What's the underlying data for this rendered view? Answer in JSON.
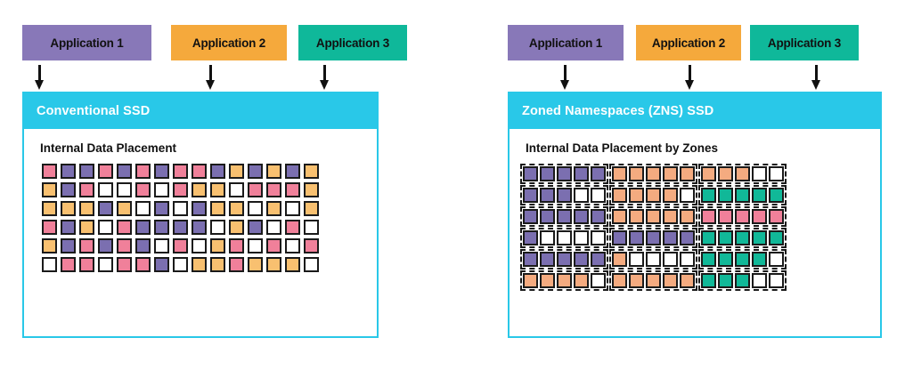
{
  "diagram": {
    "title_hidden": "",
    "colors": {
      "app_purple": "#8878b8",
      "app_orange": "#f5a93c",
      "app_teal": "#0fb89a",
      "panel_border": "#29c8e8",
      "panel_header_bg": "#29c8e8",
      "cell_pink": "#f0809a",
      "cell_purple": "#7b6fb0",
      "cell_orange": "#f8c070",
      "cell_salmon": "#f4ab80",
      "cell_teal": "#11b898",
      "cell_white": "#ffffff",
      "cell_outline": "#1a1a1a",
      "text_dark": "#111111",
      "text_light": "#ffffff"
    },
    "left": {
      "apps": [
        {
          "label": "Application 1",
          "color": "#8878b8",
          "width": 145
        },
        {
          "label": "Application 2",
          "color": "#f5a93c",
          "width": 130
        },
        {
          "label": "Application 3",
          "color": "#0fb89a",
          "width": 122
        }
      ],
      "ssd_header": "Conventional SSD",
      "ssd_subtitle": "Internal Data Placement",
      "grid": {
        "rows": 6,
        "cols": 15,
        "cells": [
          [
            "pink",
            "purple",
            "purple",
            "pink",
            "purple",
            "pink",
            "purple",
            "pink",
            "pink",
            "purple",
            "orange",
            "purple",
            "orange",
            "purple",
            "orange"
          ],
          [
            "orange",
            "purple",
            "pink",
            "white",
            "white",
            "pink",
            "white",
            "pink",
            "orange",
            "orange",
            "white",
            "pink",
            "pink",
            "pink",
            "orange"
          ],
          [
            "orange",
            "orange",
            "orange",
            "purple",
            "orange",
            "white",
            "purple",
            "white",
            "purple",
            "orange",
            "orange",
            "white",
            "orange",
            "white",
            "orange"
          ],
          [
            "pink",
            "purple",
            "orange",
            "white",
            "pink",
            "purple",
            "purple",
            "purple",
            "purple",
            "white",
            "orange",
            "purple",
            "white",
            "pink",
            "white"
          ],
          [
            "orange",
            "purple",
            "pink",
            "purple",
            "pink",
            "purple",
            "white",
            "pink",
            "white",
            "orange",
            "pink",
            "white",
            "pink",
            "white",
            "pink"
          ],
          [
            "white",
            "pink",
            "pink",
            "white",
            "pink",
            "pink",
            "purple",
            "white",
            "orange",
            "orange",
            "pink",
            "orange",
            "orange",
            "orange",
            "white"
          ]
        ]
      }
    },
    "right": {
      "apps": [
        {
          "label": "Application 1",
          "color": "#8878b8",
          "width": 130
        },
        {
          "label": "Application 2",
          "color": "#f5a93c",
          "width": 118
        },
        {
          "label": "Application 3",
          "color": "#0fb89a",
          "width": 122
        }
      ],
      "ssd_header": "Zoned Namespaces (ZNS) SSD",
      "ssd_subtitle": "Internal Data Placement by Zones",
      "grid": {
        "rows": 6,
        "zones": 3,
        "cols_per_zone": 5,
        "cells": [
          [
            [
              "purple",
              "purple",
              "purple",
              "purple",
              "purple"
            ],
            [
              "salmon",
              "salmon",
              "salmon",
              "salmon",
              "salmon"
            ],
            [
              "salmon",
              "salmon",
              "salmon",
              "white",
              "white"
            ]
          ],
          [
            [
              "purple",
              "purple",
              "purple",
              "white",
              "white"
            ],
            [
              "salmon",
              "salmon",
              "salmon",
              "salmon",
              "white"
            ],
            [
              "teal",
              "teal",
              "teal",
              "teal",
              "teal"
            ]
          ],
          [
            [
              "purple",
              "purple",
              "purple",
              "purple",
              "purple"
            ],
            [
              "salmon",
              "salmon",
              "salmon",
              "salmon",
              "salmon"
            ],
            [
              "pink",
              "pink",
              "pink",
              "pink",
              "pink"
            ]
          ],
          [
            [
              "purple",
              "white",
              "white",
              "white",
              "white"
            ],
            [
              "purple",
              "purple",
              "purple",
              "purple",
              "purple"
            ],
            [
              "teal",
              "teal",
              "teal",
              "teal",
              "teal"
            ]
          ],
          [
            [
              "purple",
              "purple",
              "purple",
              "purple",
              "purple"
            ],
            [
              "salmon",
              "white",
              "white",
              "white",
              "white"
            ],
            [
              "teal",
              "teal",
              "teal",
              "teal",
              "white"
            ]
          ],
          [
            [
              "salmon",
              "salmon",
              "salmon",
              "salmon",
              "white"
            ],
            [
              "salmon",
              "salmon",
              "salmon",
              "salmon",
              "salmon"
            ],
            [
              "teal",
              "teal",
              "teal",
              "white",
              "white"
            ]
          ]
        ]
      }
    }
  }
}
